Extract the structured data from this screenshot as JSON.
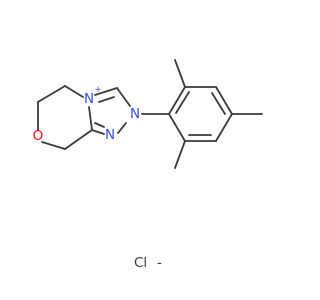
{
  "molecule": {
    "atoms": {
      "oxygen": {
        "symbol": "O",
        "color": "#ff0d0d"
      },
      "n_ring_fusion": {
        "symbol": "N",
        "charge": "+",
        "color": "#3050f8"
      },
      "n_aryl": {
        "symbol": "N",
        "color": "#3050f8"
      },
      "n_imine": {
        "symbol": "N",
        "color": "#3050f8"
      }
    },
    "bond_color": "#3a3a3a",
    "counterion": {
      "symbol": "Cl",
      "charge": "-",
      "color": "#3a3a3a"
    }
  }
}
